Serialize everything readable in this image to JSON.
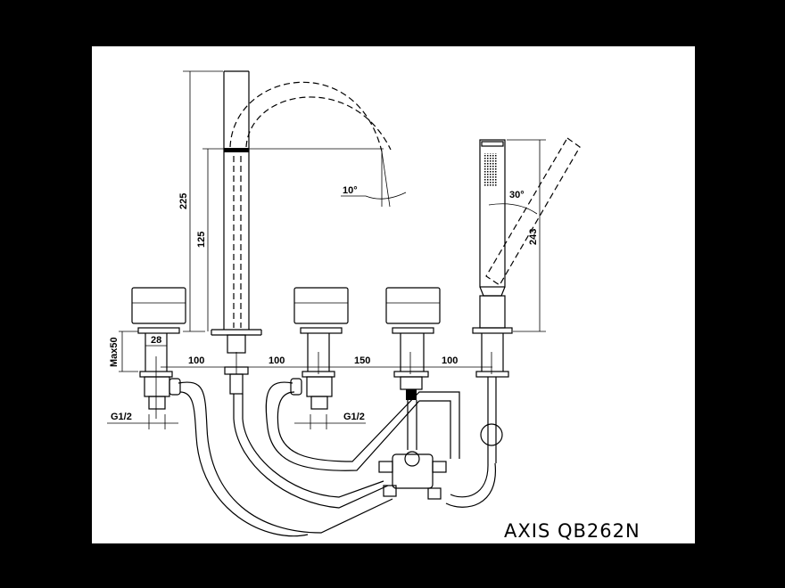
{
  "drawing": {
    "model_title": "AXIS QB262N",
    "dimensions": {
      "spout_height": "225",
      "spout_outlet_height": "125",
      "spout_angle": "10°",
      "shower_angle": "30°",
      "shower_height": "243",
      "valve_diameter": "28",
      "max_deck_thickness": "Max50",
      "spacing_1": "100",
      "spacing_2": "100",
      "spacing_3": "150",
      "spacing_4": "100",
      "thread_left": "G1/2",
      "thread_right": "G1/2"
    }
  }
}
